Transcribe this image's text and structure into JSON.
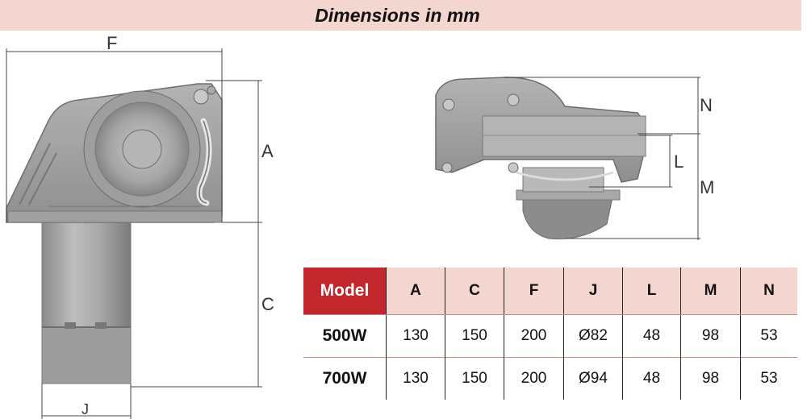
{
  "header": {
    "title": "Dimensions in mm"
  },
  "drawing_labels": {
    "F": "F",
    "A": "A",
    "C": "C",
    "J": "J",
    "N": "N",
    "L": "L",
    "M": "M"
  },
  "table": {
    "columns": [
      "Model",
      "A",
      "C",
      "F",
      "J",
      "L",
      "M",
      "N"
    ],
    "rows": [
      [
        "500W",
        "130",
        "150",
        "200",
        "Ø82",
        "48",
        "98",
        "53"
      ],
      [
        "700W",
        "130",
        "150",
        "200",
        "Ø94",
        "48",
        "98",
        "53"
      ]
    ]
  },
  "colors": {
    "header_band": "#f2d6cf",
    "model_header": "#c1272d",
    "unit_gray": "#9b9b9b"
  }
}
